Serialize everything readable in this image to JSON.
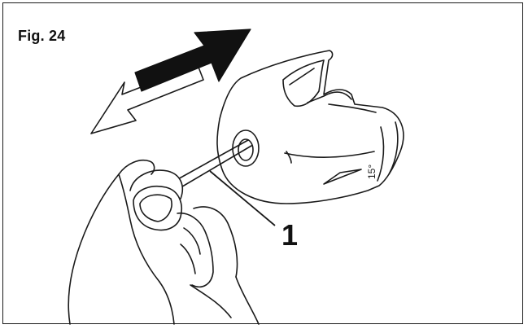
{
  "figure": {
    "label": "Fig. 24",
    "callout_number": "1",
    "angle_marking": "15°"
  },
  "colors": {
    "line": "#1a1a1a",
    "fill_dark": "#111111",
    "background": "#ffffff"
  },
  "icons": [
    "bidirectional-arrow-icon",
    "hand-icon",
    "pin-tool-icon",
    "knife-guide-icon"
  ]
}
